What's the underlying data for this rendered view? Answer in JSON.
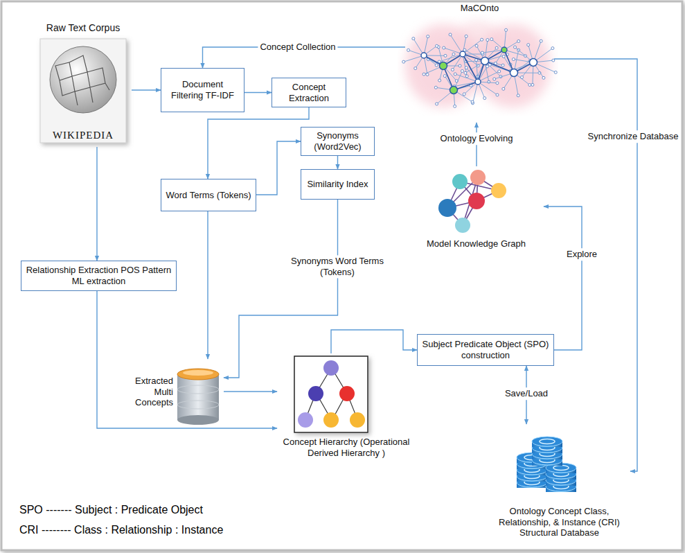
{
  "diagram": {
    "nodes": [
      {
        "text": [
          "Raw Text Corpus",
          "WIKIPEDIA"
        ]
      },
      {
        "text": [
          "Document Filtering TF-IDF"
        ]
      },
      {
        "text": [
          "Concept Extraction"
        ]
      },
      {
        "text": [
          "Synonyms (Word2Vec)"
        ]
      },
      {
        "text": [
          "Word Terms (Tokens)"
        ]
      },
      {
        "text": [
          "Similarity Index"
        ]
      },
      {
        "text": [
          "Relationship Extraction POS Pattern ML extraction"
        ]
      },
      {
        "text": [
          "MaCOnto"
        ]
      },
      {
        "text": [
          "Model Knowledge Graph"
        ]
      },
      {
        "text": [
          "Extracted Multi Concepts"
        ]
      },
      {
        "text": [
          "Concept Hierarchy (Operational Derived Hierarchy )"
        ]
      },
      {
        "text": [
          "Subject Predicate Object (SPO) construction"
        ]
      },
      {
        "text": [
          "Ontology Concept Class, Relationship, & Instance (CRI) Structural Database"
        ]
      }
    ],
    "edges": [
      {
        "from": 7,
        "to": 1,
        "label": "Concept Collection",
        "arrow": "to"
      },
      {
        "from": 0,
        "to": 1,
        "arrow": "to"
      },
      {
        "from": 1,
        "to": 2,
        "arrow": "to"
      },
      {
        "from": 2,
        "to": 4,
        "arrow": "to"
      },
      {
        "from": 4,
        "to": 3,
        "arrow": "to"
      },
      {
        "from": 3,
        "to": 5,
        "arrow": "to"
      },
      {
        "from": 5,
        "to": 9,
        "label": "Synonyms Word Terms (Tokens)",
        "arrow": "to"
      },
      {
        "from": 4,
        "to": 9,
        "arrow": "to"
      },
      {
        "from": 0,
        "to": 6,
        "arrow": "to"
      },
      {
        "from": 6,
        "to": 10,
        "arrow": "to"
      },
      {
        "from": 9,
        "to": 10,
        "arrow": "to"
      },
      {
        "from": 10,
        "to": 11,
        "arrow": "to"
      },
      {
        "from": 11,
        "to": 8,
        "label": "Explore",
        "arrow": "to"
      },
      {
        "from": 8,
        "to": 7,
        "label": "Ontology Evolving",
        "arrow": "to"
      },
      {
        "from": 7,
        "to": 12,
        "label": "Synchronize Database",
        "arrow": "to"
      },
      {
        "from": 11,
        "to": 12,
        "label": "Save/Load",
        "arrow": "both"
      }
    ],
    "labels": [
      "SPO ------- Subject : Predicate Object",
      "CRI -------- Class : Relationship : Instance"
    ]
  }
}
